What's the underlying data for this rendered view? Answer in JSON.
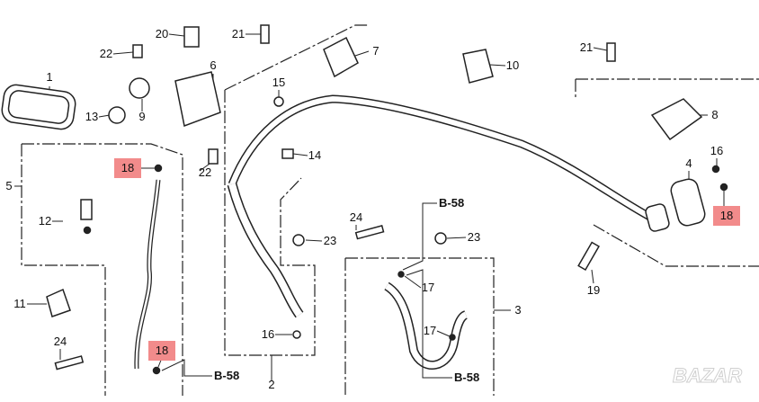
{
  "diagram": {
    "title": "A/C hoses and pipes parts diagram",
    "highlight_color": "#f28b8b",
    "labels": [
      "1",
      "13",
      "9",
      "22",
      "20",
      "6",
      "21",
      "7",
      "10",
      "21",
      "8",
      "15",
      "14",
      "22",
      "5",
      "18",
      "12",
      "16",
      "4",
      "18",
      "24",
      "23",
      "23",
      "11",
      "17",
      "3",
      "19",
      "16",
      "17",
      "24",
      "18",
      "2"
    ],
    "highlighted": [
      15,
      19,
      30
    ],
    "references": [
      "B-58",
      "B-58",
      "B-58"
    ],
    "watermark": "BAZAR"
  }
}
